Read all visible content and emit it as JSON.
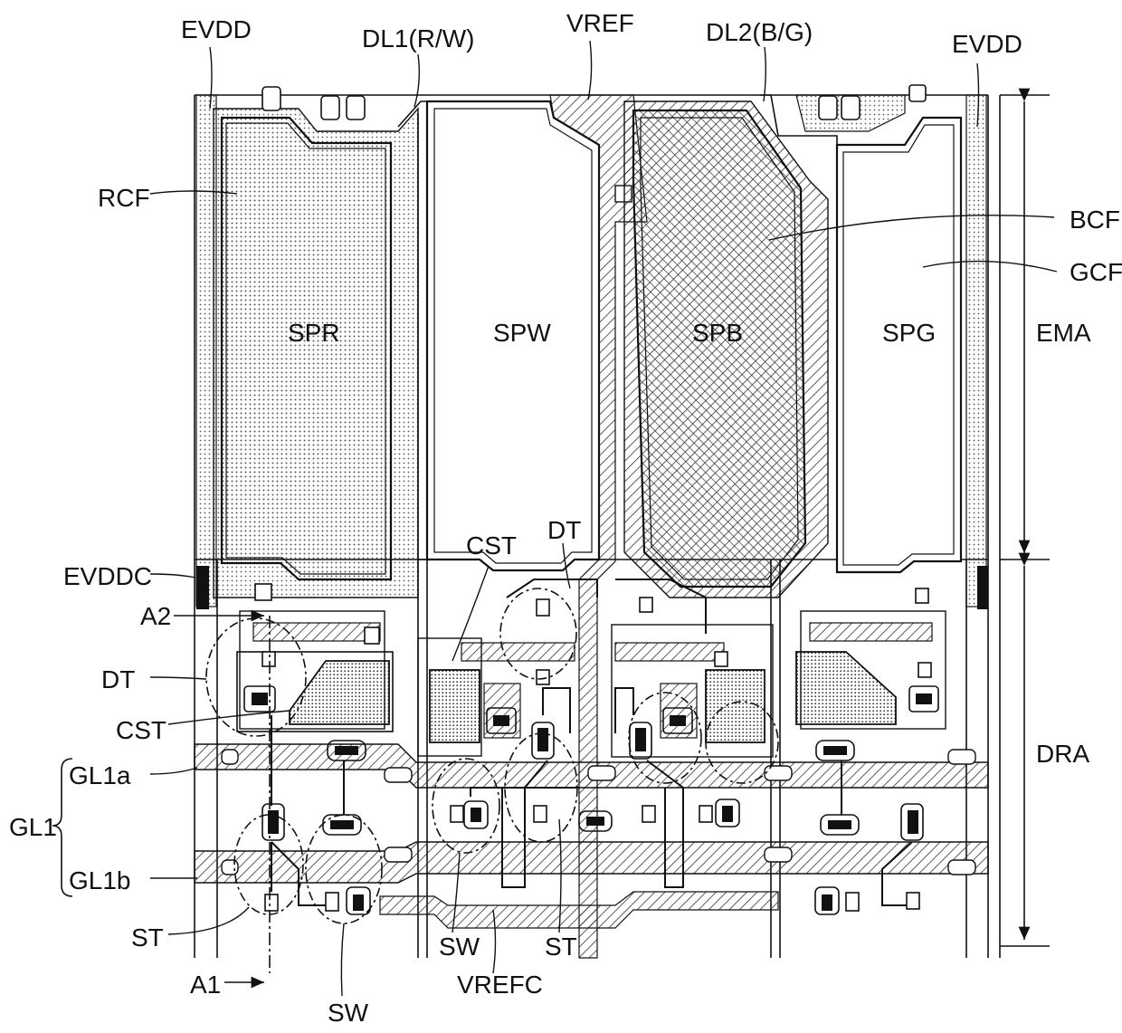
{
  "labels": {
    "evdd_left": "EVDD",
    "dl1": "DL1(R/W)",
    "vref": "VREF",
    "dl2": "DL2(B/G)",
    "evdd_right": "EVDD",
    "rcf": "RCF",
    "bcf": "BCF",
    "gcf": "GCF",
    "spr": "SPR",
    "spw": "SPW",
    "spb": "SPB",
    "spg": "SPG",
    "ema": "EMA",
    "dra": "DRA",
    "cst_mid": "CST",
    "dt_mid": "DT",
    "evddc": "EVDDC",
    "a2": "A2",
    "dt_left": "DT",
    "cst_left": "CST",
    "gl1a": "GL1a",
    "gl1": "GL1",
    "gl1b": "GL1b",
    "st_left": "ST",
    "sw_mid": "SW",
    "st_mid": "ST",
    "vrefc": "VREFC",
    "a1": "A1",
    "sw_bottom": "SW"
  },
  "colors": {
    "line": "#111111",
    "hatch": "#333333",
    "dots": "#555555",
    "fill_white": "#ffffff"
  }
}
